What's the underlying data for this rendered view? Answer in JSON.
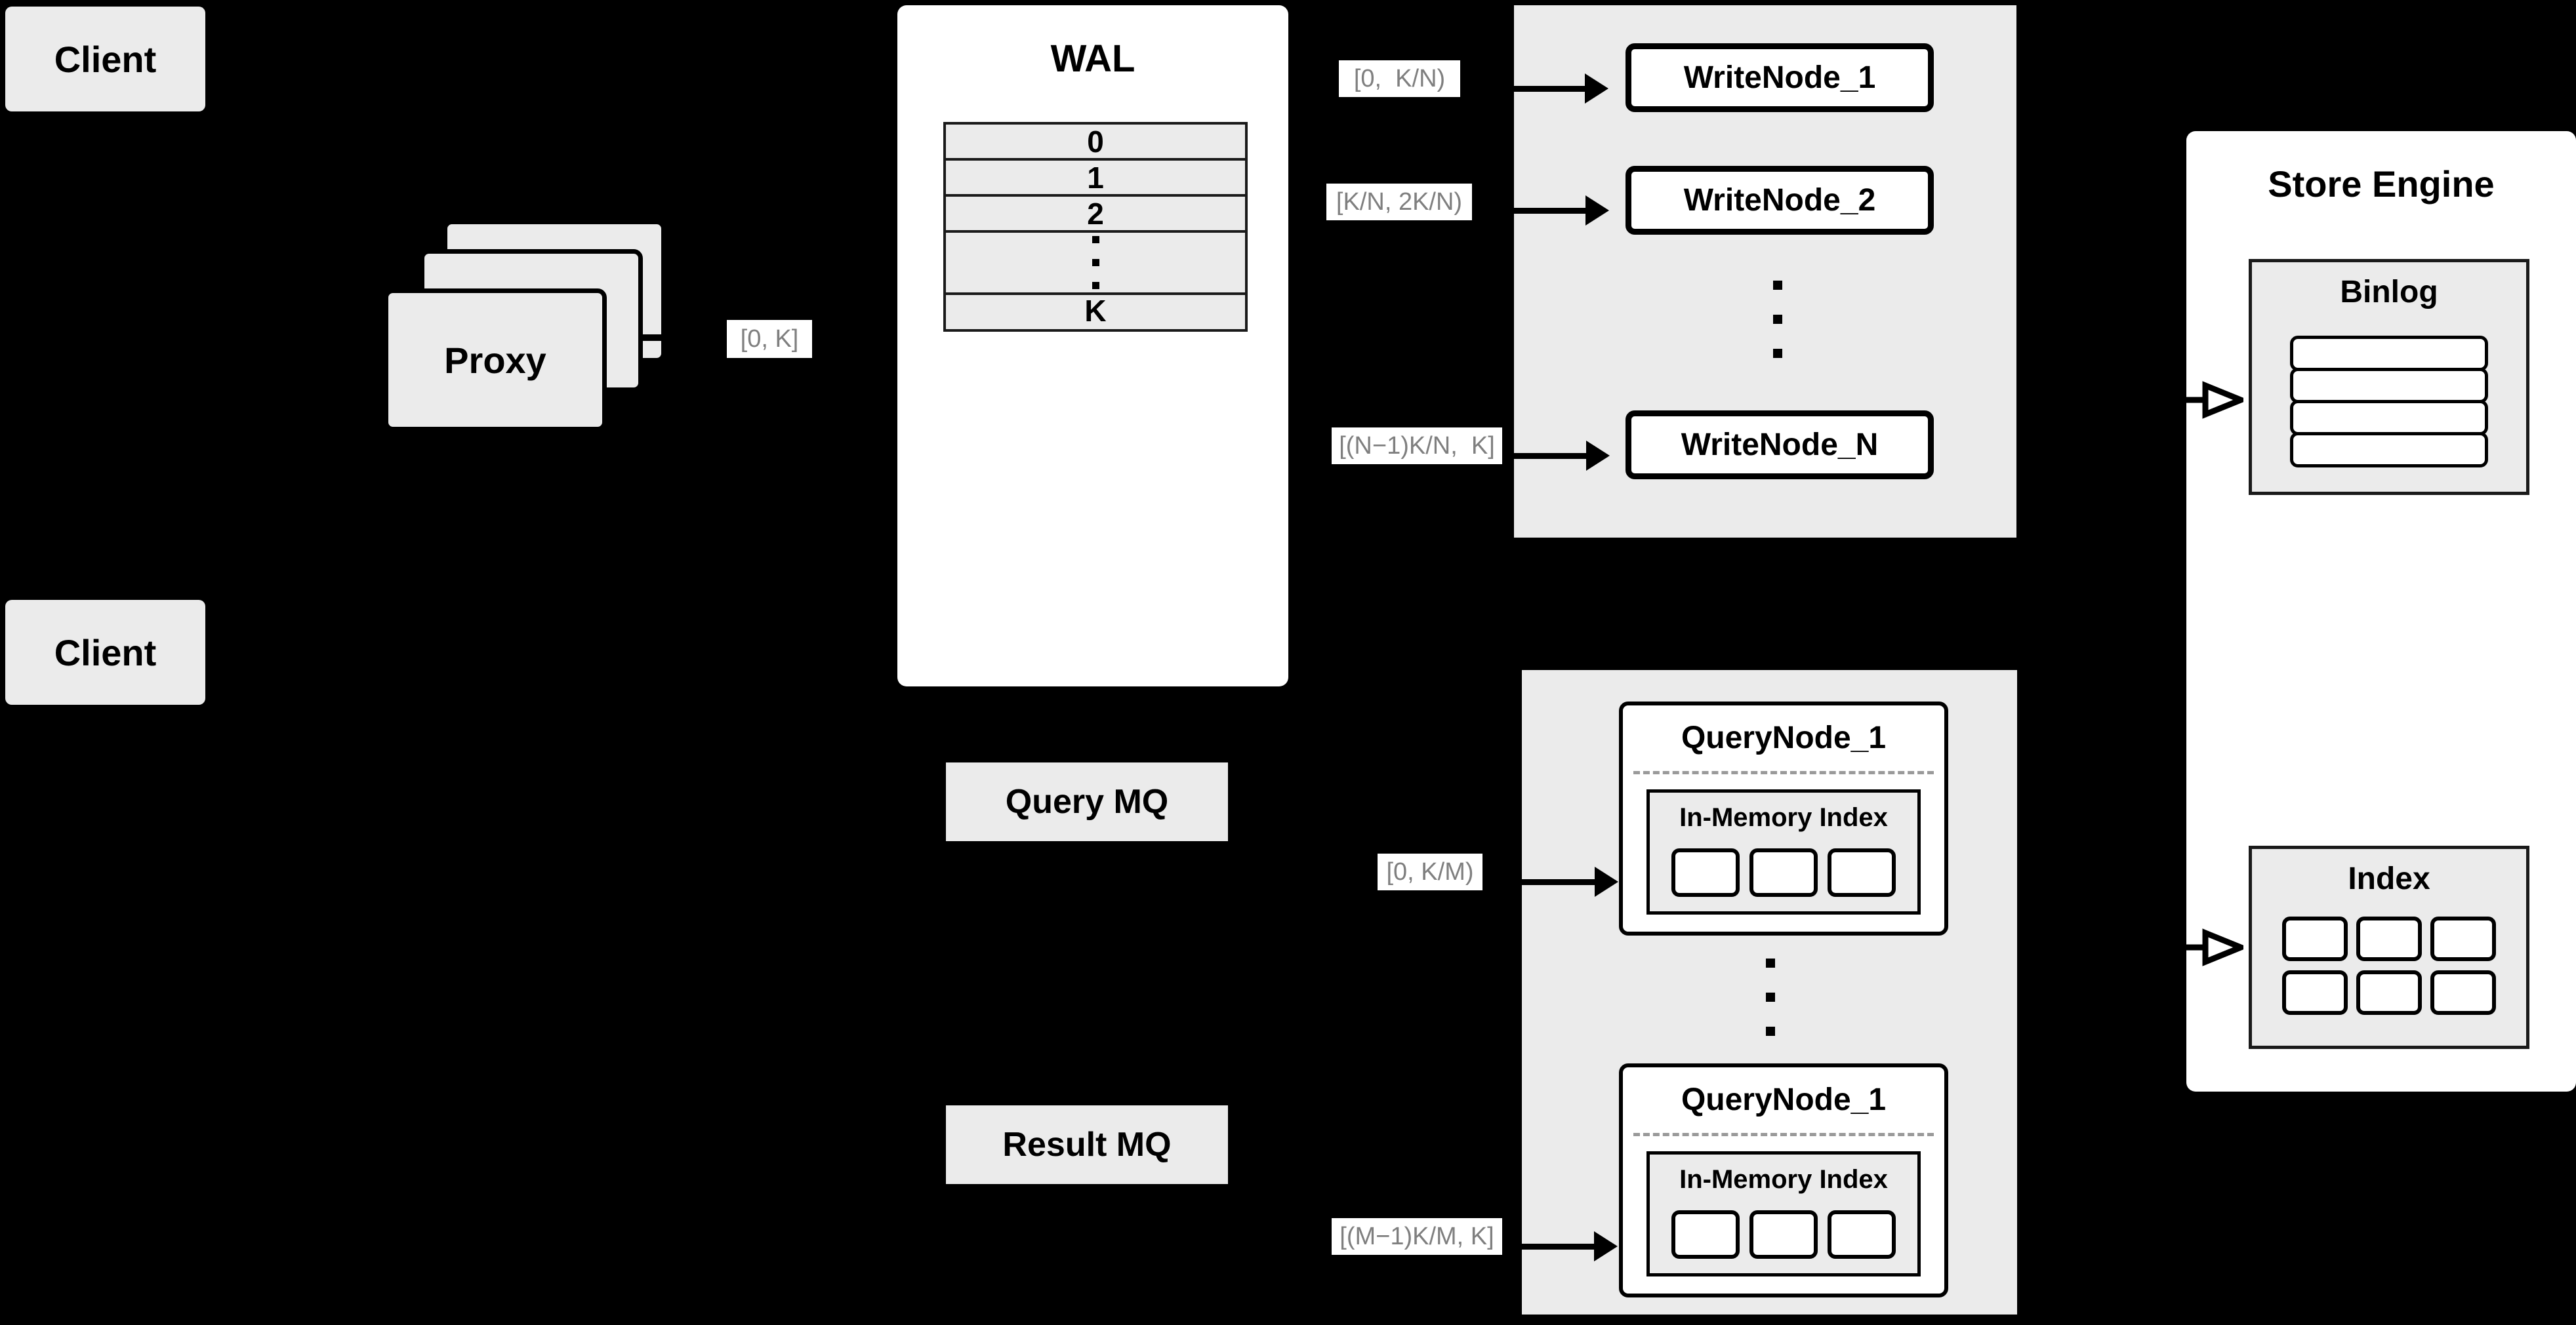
{
  "diagram": {
    "background_color": "#000000",
    "node_fill": "#ebebeb",
    "panel_fill": "#ffffff",
    "label_text_color": "#7f7f7f",
    "stroke_color": "#000000"
  },
  "clients": [
    {
      "label": "Client"
    },
    {
      "label": "Client"
    }
  ],
  "proxy": {
    "label": "Proxy",
    "stack_layers": 3
  },
  "wal": {
    "title": "WAL",
    "rows": [
      "0",
      "1",
      "2",
      "",
      "K"
    ],
    "ellipsis_row_index": 3,
    "ellipsis_dots": 3
  },
  "write_cluster": {
    "nodes": [
      {
        "label": "WriteNode_1",
        "range_label": "[0,  K/N)"
      },
      {
        "label": "WriteNode_2",
        "range_label": "[K/N, 2K/N)"
      },
      {
        "label": "WriteNode_N",
        "range_label": "[(N−1)K/N,  K]"
      }
    ],
    "ellipsis_dots": 3
  },
  "query_cluster": {
    "nodes": [
      {
        "label": "QueryNode_1",
        "range_label": "[0, K/M)",
        "index": {
          "label": "In-Memory Index",
          "chips": 3
        }
      },
      {
        "label": "QueryNode_1",
        "range_label": "[(M−1)K/M, K]",
        "index": {
          "label": "In-Memory Index",
          "chips": 3
        }
      }
    ],
    "ellipsis_dots": 3
  },
  "queues": [
    {
      "label": "Query MQ"
    },
    {
      "label": "Result MQ"
    }
  ],
  "store_engine": {
    "title": "Store Engine",
    "binlog": {
      "title": "Binlog",
      "rows": 4
    },
    "index": {
      "title": "Index",
      "cells_per_row": 3,
      "rows": 2
    }
  },
  "proxy_range_label": "[0, K]"
}
